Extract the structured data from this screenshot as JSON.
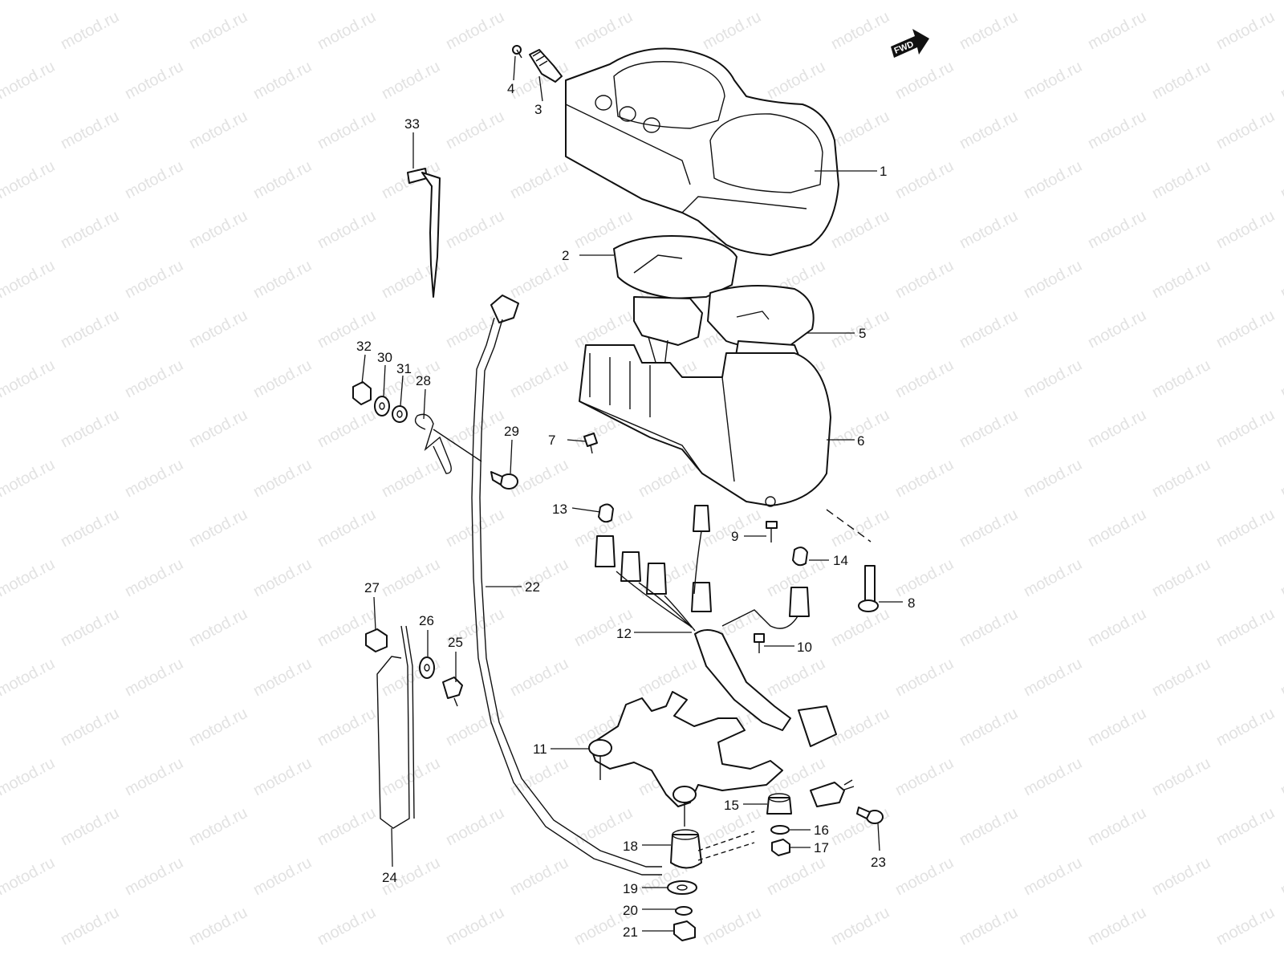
{
  "watermark": "motod.ru",
  "fwd_label": "FWD",
  "callouts": [
    {
      "id": "1",
      "text": "1"
    },
    {
      "id": "2",
      "text": "2"
    },
    {
      "id": "3",
      "text": "3"
    },
    {
      "id": "4",
      "text": "4"
    },
    {
      "id": "5",
      "text": "5"
    },
    {
      "id": "6",
      "text": "6"
    },
    {
      "id": "7",
      "text": "7"
    },
    {
      "id": "8",
      "text": "8"
    },
    {
      "id": "9",
      "text": "9"
    },
    {
      "id": "10",
      "text": "10"
    },
    {
      "id": "11",
      "text": "11"
    },
    {
      "id": "12",
      "text": "12"
    },
    {
      "id": "13",
      "text": "13"
    },
    {
      "id": "14",
      "text": "14"
    },
    {
      "id": "15",
      "text": "15"
    },
    {
      "id": "16",
      "text": "16"
    },
    {
      "id": "17",
      "text": "17"
    },
    {
      "id": "18",
      "text": "18"
    },
    {
      "id": "19",
      "text": "19"
    },
    {
      "id": "20",
      "text": "20"
    },
    {
      "id": "21",
      "text": "21"
    },
    {
      "id": "22",
      "text": "22"
    },
    {
      "id": "23",
      "text": "23"
    },
    {
      "id": "24",
      "text": "24"
    },
    {
      "id": "25",
      "text": "25"
    },
    {
      "id": "26",
      "text": "26"
    },
    {
      "id": "27",
      "text": "27"
    },
    {
      "id": "28",
      "text": "28"
    },
    {
      "id": "29",
      "text": "29"
    },
    {
      "id": "30",
      "text": "30"
    },
    {
      "id": "31",
      "text": "31"
    },
    {
      "id": "32",
      "text": "32"
    },
    {
      "id": "33",
      "text": "33"
    }
  ]
}
